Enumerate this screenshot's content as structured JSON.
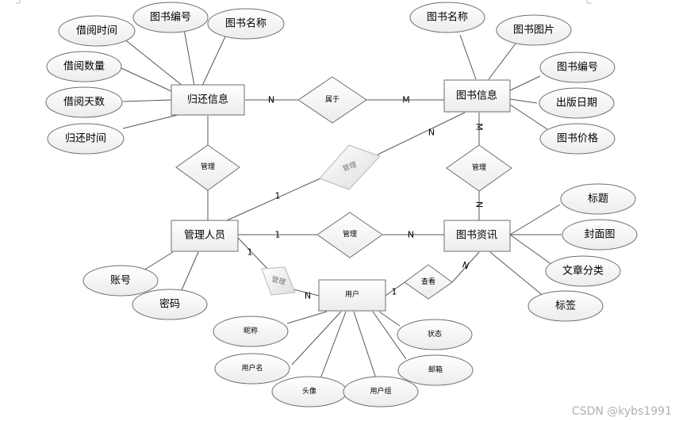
{
  "entities": {
    "return_info": "归还信息",
    "book_info": "图书信息",
    "admin": "管理人员",
    "book_news": "图书资讯",
    "user": "用户"
  },
  "relationships": {
    "belongs_to": "属于",
    "manage_return": "管理",
    "manage_book": "管理",
    "manage_book_info": "管理",
    "manage_news": "管理",
    "manage_user": "管理",
    "view": "查看"
  },
  "attributes": {
    "borrow_time": "借阅时间",
    "borrow_book_no": "图书编号",
    "borrow_book_name": "图书名称",
    "borrow_quantity": "借阅数量",
    "borrow_days": "借阅天数",
    "return_time": "归还时间",
    "book_name": "图书名称",
    "book_image": "图书图片",
    "book_no": "图书编号",
    "publish_date": "出版日期",
    "book_price": "图书价格",
    "news_title": "标题",
    "news_cover": "封面图",
    "news_category": "文章分类",
    "news_tag": "标签",
    "admin_account": "账号",
    "admin_password": "密码",
    "user_nickname": "昵称",
    "user_username": "用户名",
    "user_avatar": "头像",
    "user_group": "用户组",
    "user_status": "状态",
    "user_email": "邮箱"
  },
  "cardinality": {
    "return_belongs": "N",
    "book_belongs": "M",
    "admin_book_info": "1",
    "book_info_admin": "N",
    "book_info_manage": "M",
    "news_manage": "N",
    "admin_news": "1",
    "news_admin": "N",
    "admin_user": "1",
    "user_admin": "N",
    "user_view": "1",
    "news_view": "N"
  },
  "watermark": "CSDN @kybs1991"
}
